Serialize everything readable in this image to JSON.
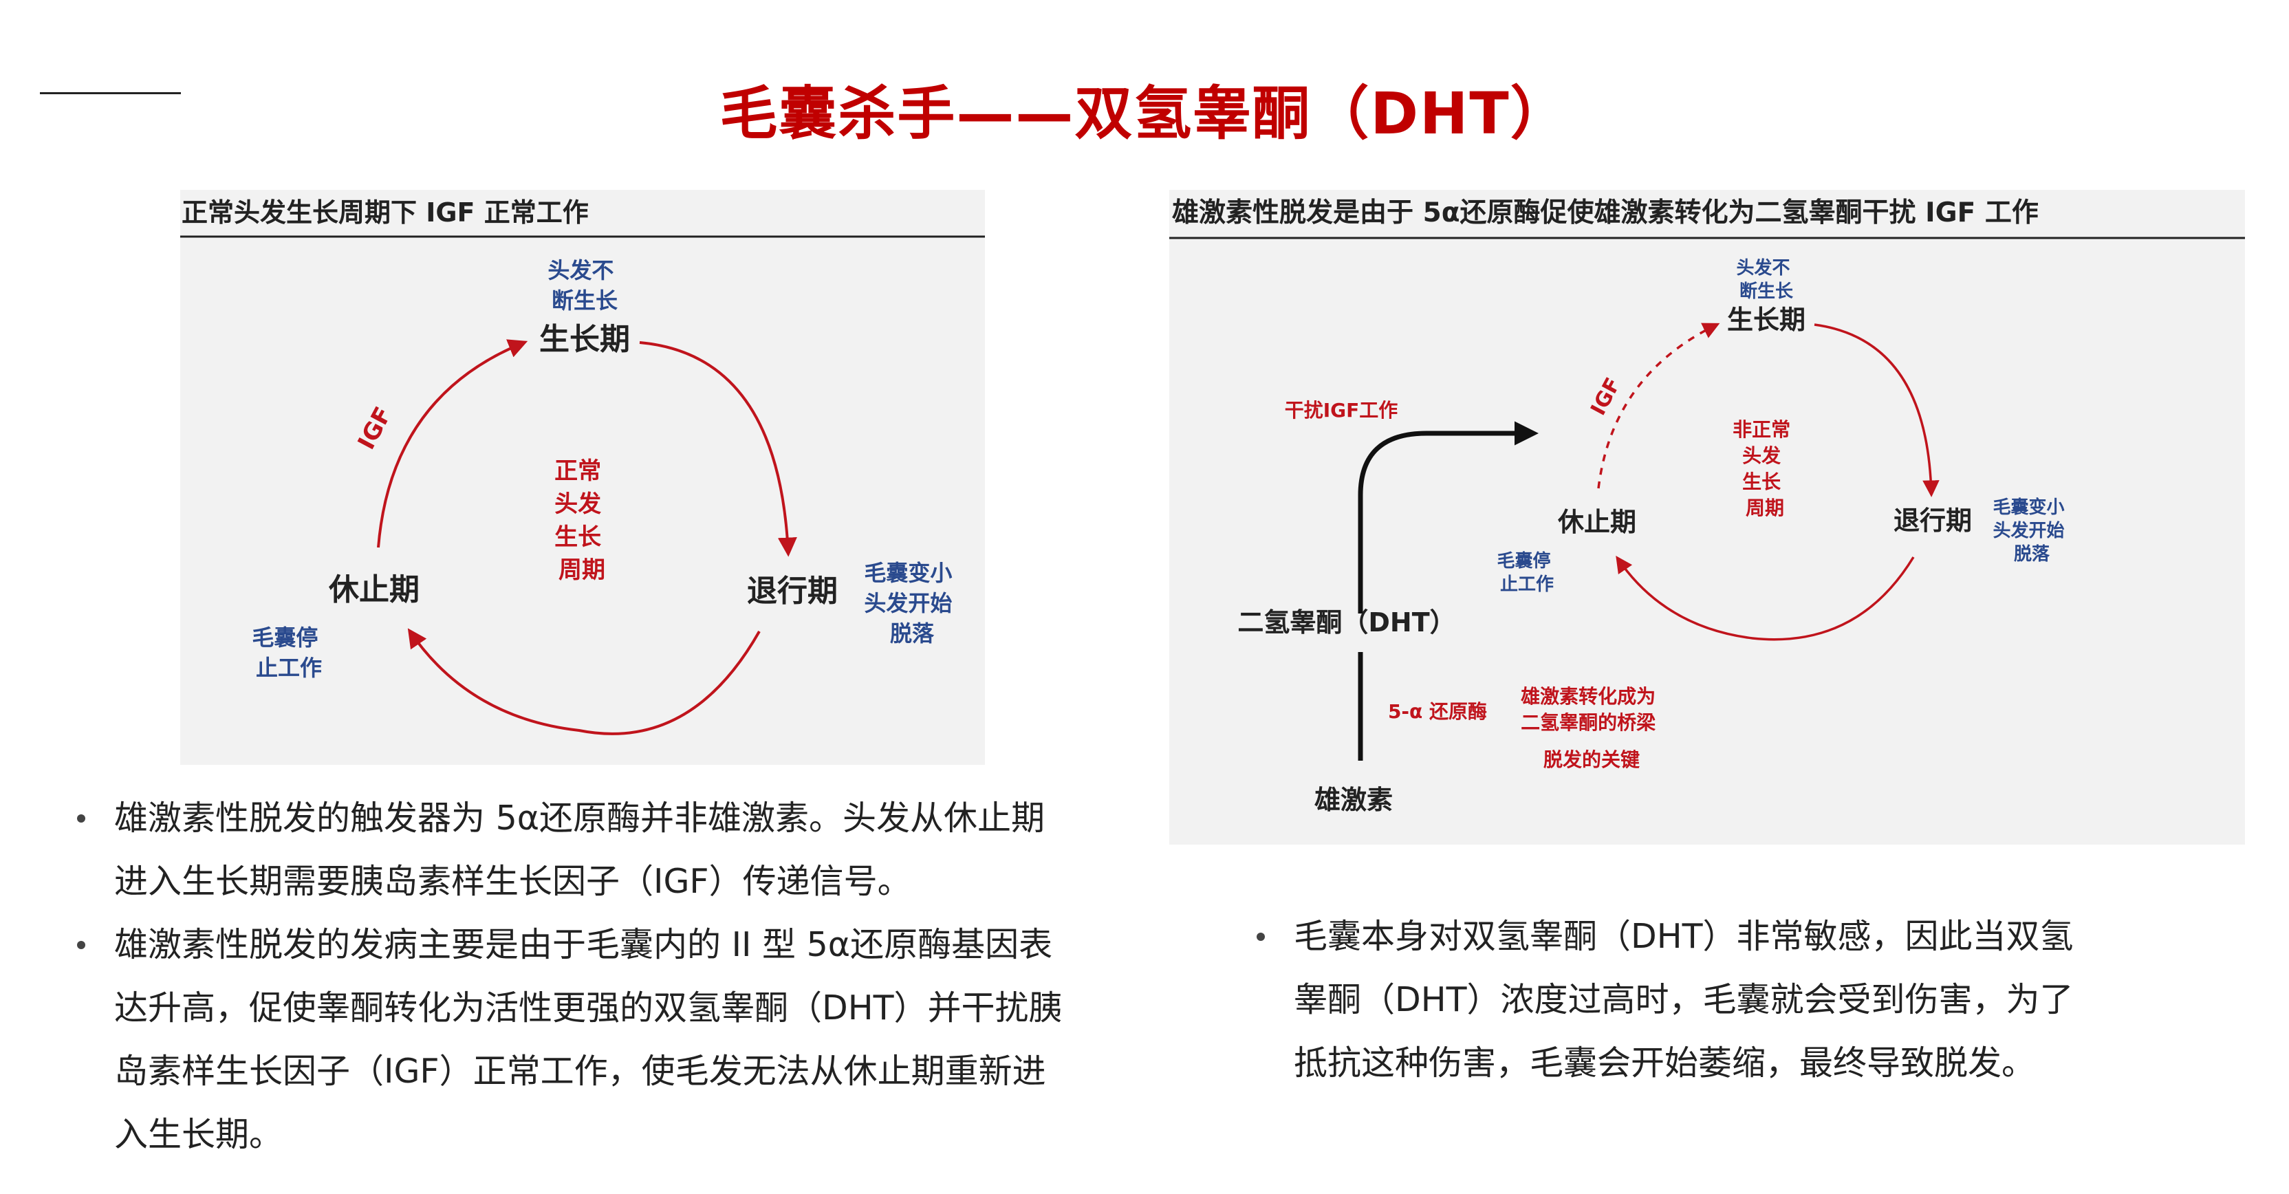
{
  "title": "毛囊杀手——双氢睾酮（DHT）",
  "left_diagram": {
    "heading": "正常头发生长周期下 IGF 正常工作",
    "growth_phase": "生长期",
    "growth_note": [
      "头发不",
      "断生长"
    ],
    "resting_phase": "休止期",
    "resting_note": [
      "毛囊停",
      "止工作"
    ],
    "regression_phase": "退行期",
    "regression_note": [
      "毛囊变小",
      "头发开始",
      "脱落"
    ],
    "center_text": [
      "正常",
      "头发",
      "生长",
      "周期"
    ],
    "igf_label": "IGF"
  },
  "right_diagram": {
    "heading": "雄激素性脱发是由于 5α还原酶促使雄激素转化为二氢睾酮干扰 IGF 工作",
    "growth_phase": "生长期",
    "growth_note": [
      "头发不",
      "断生长"
    ],
    "resting_phase": "休止期",
    "resting_note": [
      "毛囊停",
      "止工作"
    ],
    "regression_phase": "退行期",
    "regression_note": [
      "毛囊变小",
      "头发开始",
      "脱落"
    ],
    "center_text": [
      "非正常",
      "头发",
      "生长",
      "周期"
    ],
    "igf_label": "IGF",
    "interfere_label": "干扰IGF工作",
    "dht_label": "二氢睾酮（DHT）",
    "enzyme_label": "5-α 还原酶",
    "bridge_text": [
      "雄激素转化成为",
      "二氢睾酮的桥梁",
      "脱发的关键"
    ],
    "androgen_label": "雄激素"
  },
  "bullets_left": [
    [
      "雄激素性脱发的触发器为 5α还原酶并非雄激素。头发从休止期",
      "进入生长期需要胰岛素样生长因子（IGF）传递信号。"
    ],
    [
      "雄激素性脱发的发病主要是由于毛囊内的 II 型 5α还原酶基因表",
      "达升高，促使睾酮转化为活性更强的双氢睾酮（DHT）并干扰胰",
      "岛素样生长因子（IGF）正常工作，使毛发无法从休止期重新进",
      "入生长期。"
    ]
  ],
  "bullets_right": [
    [
      "毛囊本身对双氢睾酮（DHT）非常敏感，因此当双氢",
      "睾酮（DHT）浓度过高时，毛囊就会受到伤害，为了",
      "抵抗这种伤害，毛囊会开始萎缩，最终导致脱发。"
    ]
  ],
  "colors": {
    "title": "#c00000",
    "red": "#c0141c",
    "blue": "#2a4a8e",
    "dark": "#222222"
  }
}
